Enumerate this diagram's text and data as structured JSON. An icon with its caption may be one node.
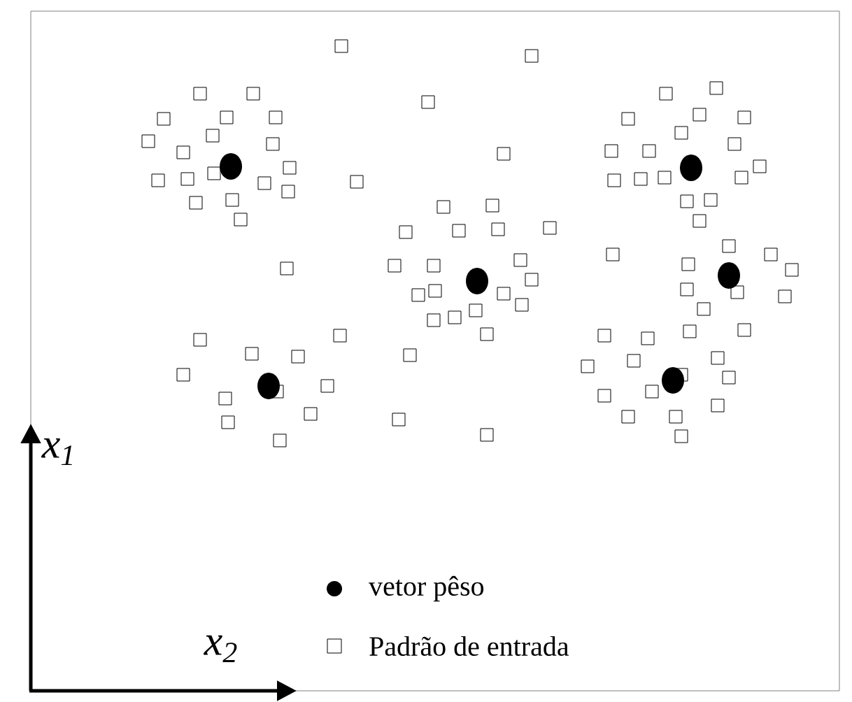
{
  "diagram": {
    "labels": [
      "x$_{1}$",
      "x$_{2}$"
    ],
    "legend": [
      {
        "text": "vetor pêso"
      },
      {
        "text": "Padrão de entrada"
      }
    ]
  }
}
